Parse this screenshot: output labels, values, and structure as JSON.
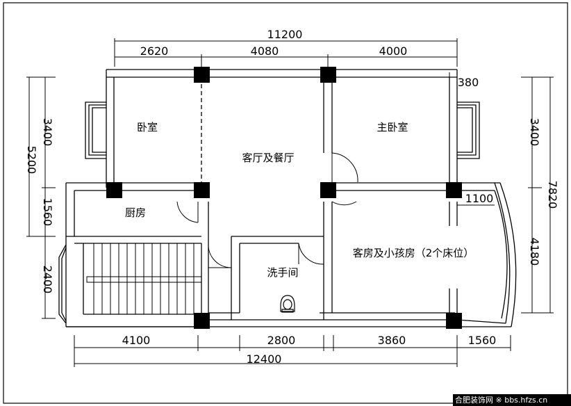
{
  "dimensions": {
    "top_total": "11200",
    "top_left": "2620",
    "top_mid": "4080",
    "top_right": "4000",
    "top_wall": "380",
    "left_total": "5200",
    "left_upper": "3400",
    "left_mid": "1560",
    "left_lower": "2400",
    "right_total": "7820",
    "right_upper": "3400",
    "right_lower": "4180",
    "inner_1100": "1100",
    "bottom_total": "12400",
    "bottom_a": "4100",
    "bottom_b": "2800",
    "bottom_c": "3860",
    "bottom_d": "1560"
  },
  "rooms": {
    "bedroom": "卧室",
    "master_bedroom": "主卧室",
    "living_dining": "客厅及餐厅",
    "kitchen": "厨房",
    "washroom": "洗手间",
    "guest_room": "客房及小孩房（2个床位）"
  },
  "watermark": "合肥装饰网 ※ bbs.hfzs.cn"
}
